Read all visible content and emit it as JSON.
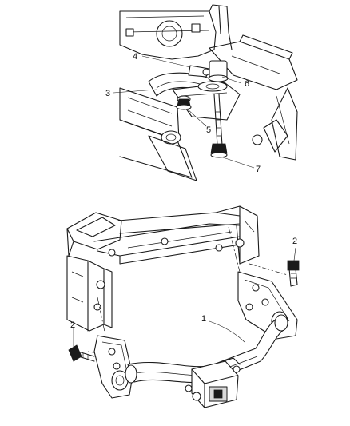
{
  "callouts": {
    "c1": "1",
    "c2_right": "2",
    "c2_left": "2",
    "c3": "3",
    "c4": "4",
    "c5": "5",
    "c6": "6",
    "c7": "7"
  },
  "colors": {
    "line": "#1a1a1a",
    "background": "#ffffff",
    "shade": "#d9d9d9"
  }
}
